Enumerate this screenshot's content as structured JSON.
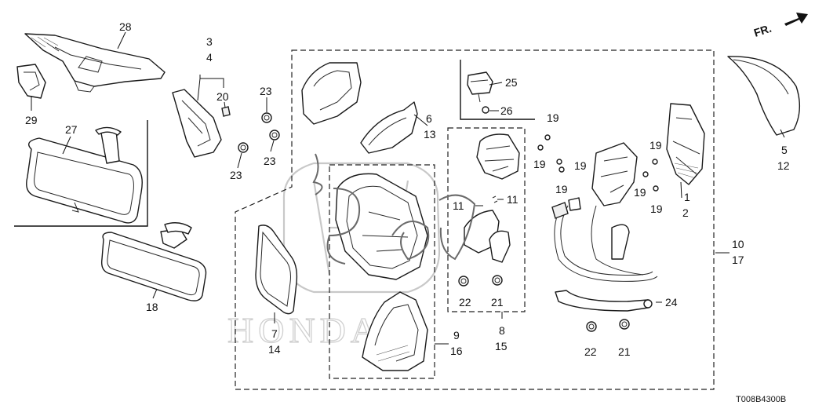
{
  "direction_label": "FR.",
  "diagram_code": "T008B4300B",
  "callouts": {
    "c28": "28",
    "c29": "29",
    "c27": "27",
    "c18": "18",
    "c3": "3",
    "c4": "4",
    "c20": "20",
    "c23a": "23",
    "c23b": "23",
    "c23c": "23",
    "c6": "6",
    "c13": "13",
    "c25": "25",
    "c26": "26",
    "c19a": "19",
    "c19b": "19",
    "c19c": "19",
    "c19d": "19",
    "c19e": "19",
    "c19f": "19",
    "c19g": "19",
    "c1": "1",
    "c2": "2",
    "c5": "5",
    "c12": "12",
    "c10": "10",
    "c17": "17",
    "c11a": "11",
    "c11b": "11",
    "c22a": "22",
    "c21a": "21",
    "c22b": "22",
    "c21b": "21",
    "c8": "8",
    "c15": "15",
    "c24": "24",
    "c7": "7",
    "c14": "14",
    "c9": "9",
    "c16": "16"
  },
  "watermark": {
    "brand": "HONDA"
  },
  "colors": {
    "line": "#1a1a1a",
    "watermark": "#c8c8c8",
    "background": "#ffffff"
  },
  "icons": [
    "direction-arrow-icon"
  ]
}
